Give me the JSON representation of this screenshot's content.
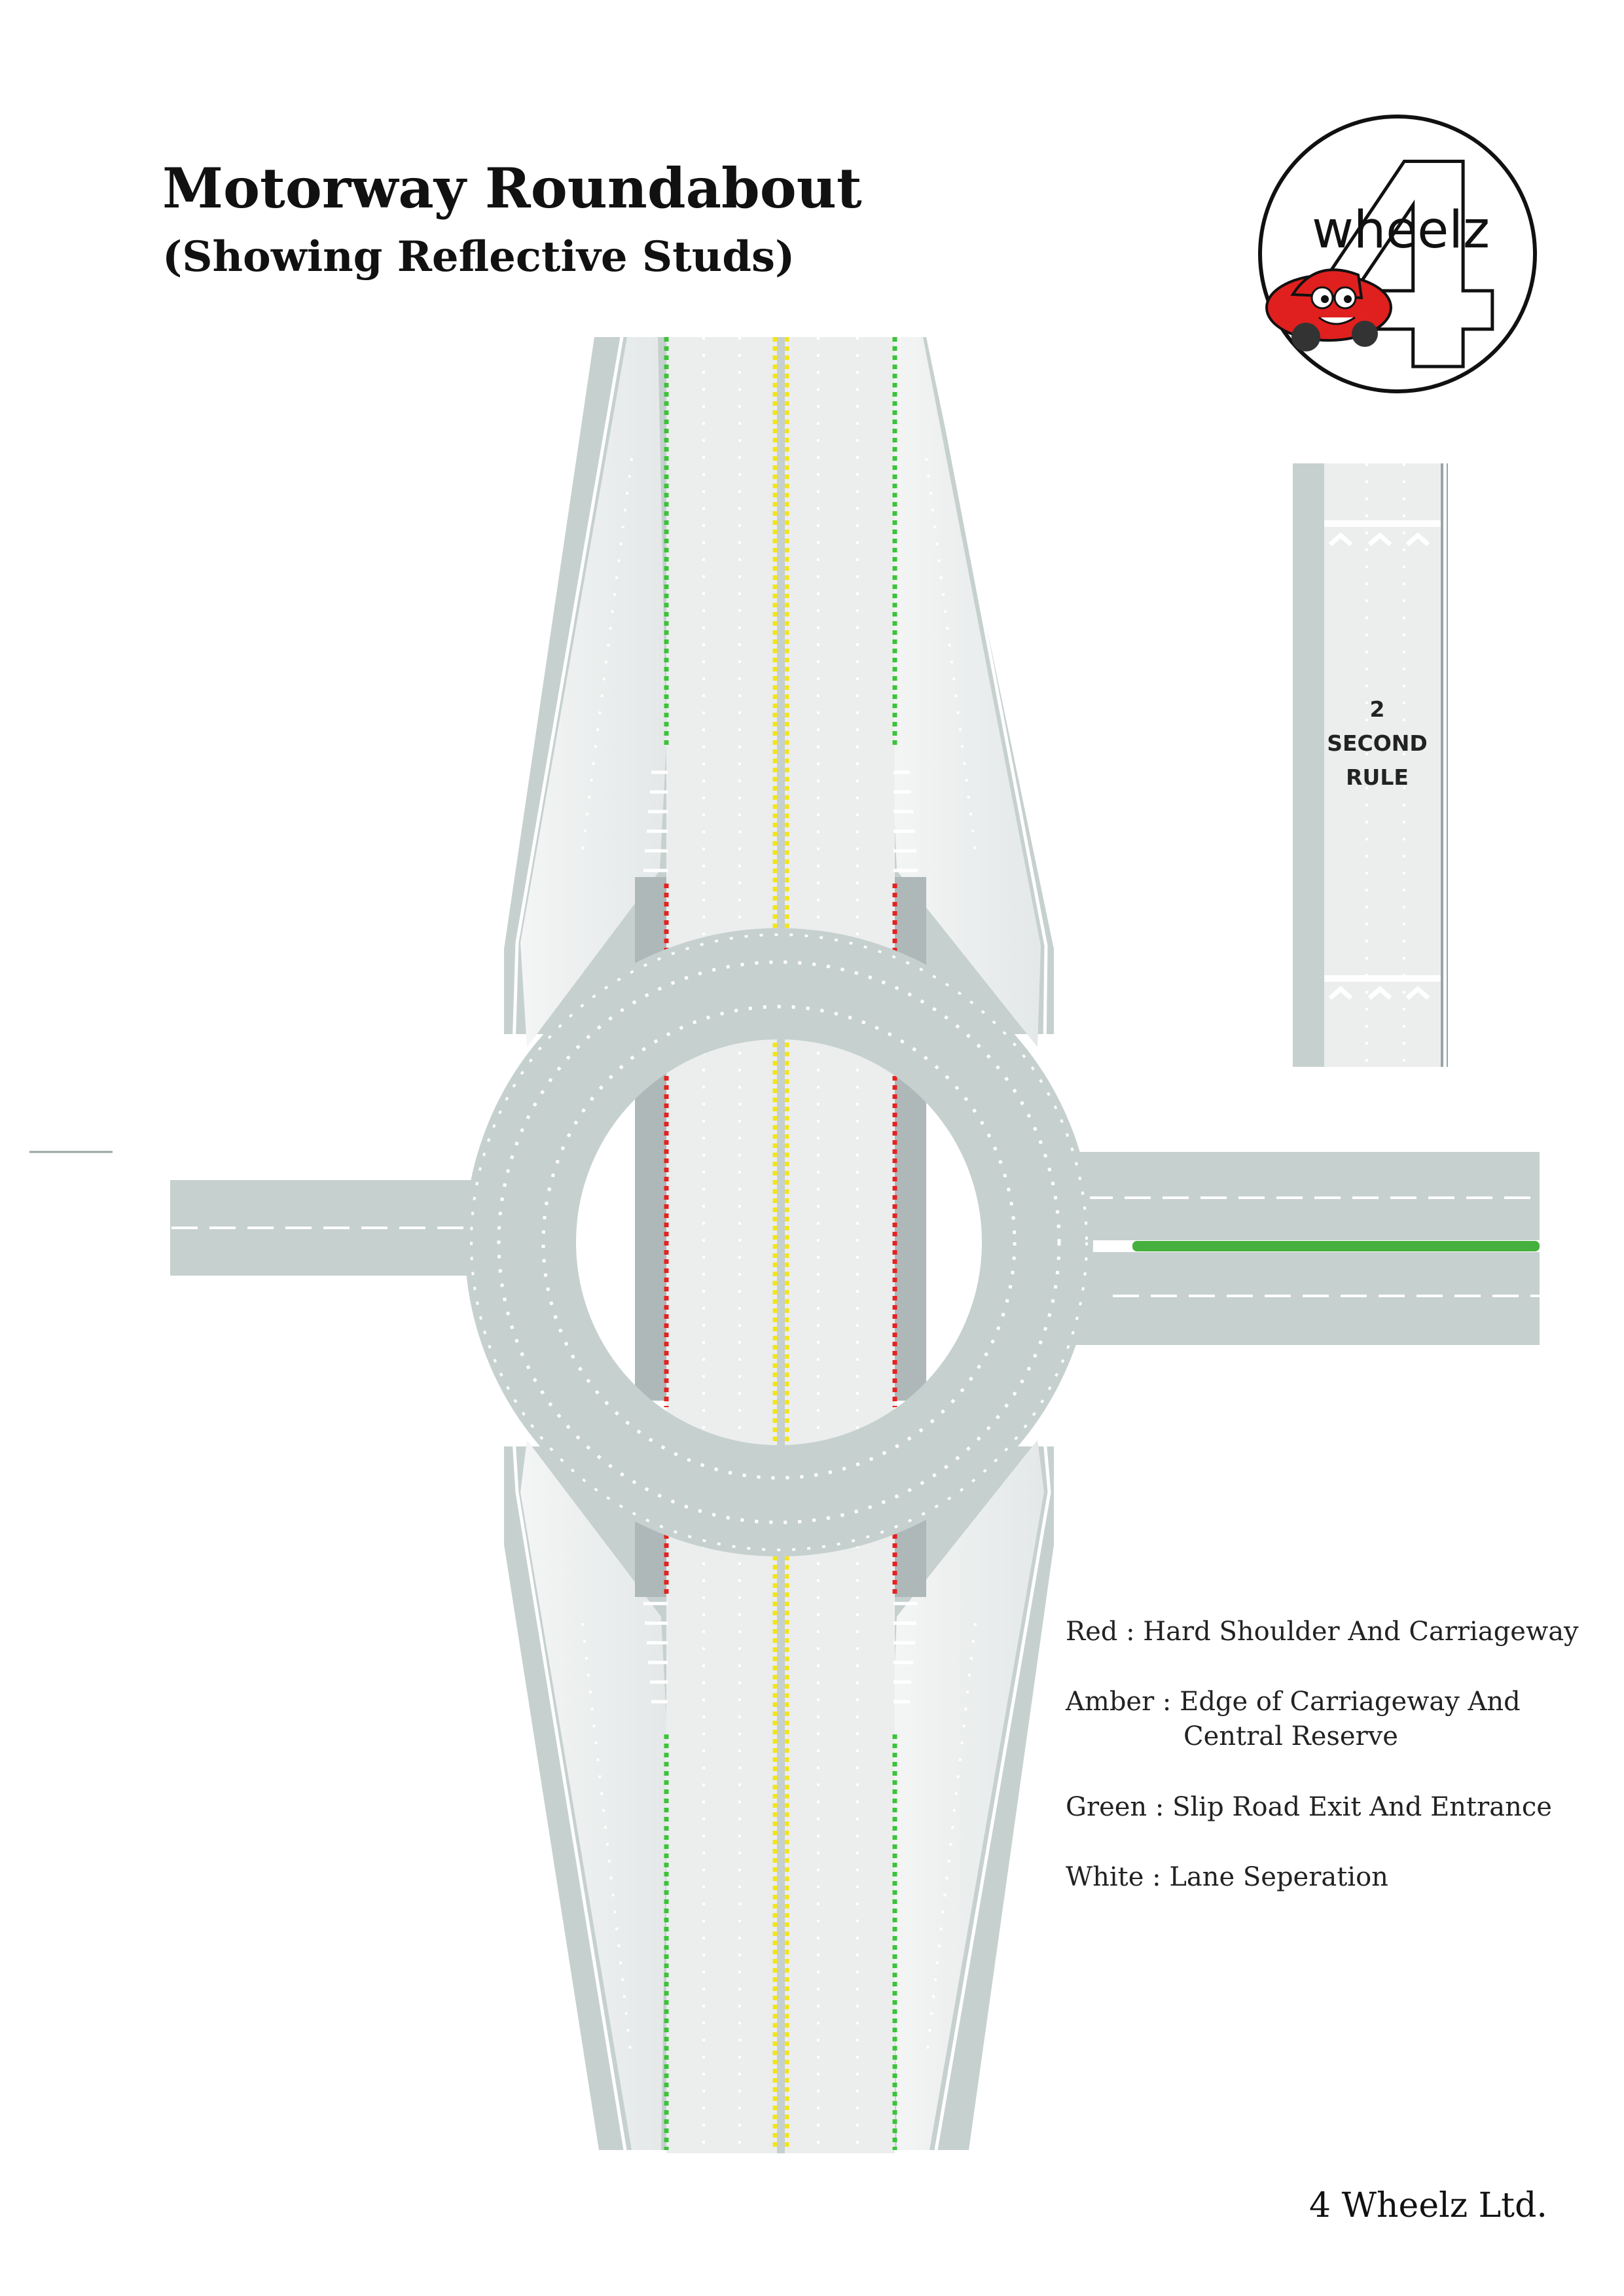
{
  "header": {
    "title": "Motorway Roundabout",
    "subtitle": "(Showing Reflective Studs)"
  },
  "logo": {
    "number": "4",
    "word": "wheelz",
    "icon": "red-cartoon-car-icon"
  },
  "two_second_rule": {
    "line1": "2",
    "line2": "SECOND",
    "line3": "RULE"
  },
  "legend": {
    "red": "Red : Hard Shoulder And Carriageway",
    "amber_line1": "Amber : Edge of Carriageway And",
    "amber_line2": "Central Reserve",
    "green": "Green : Slip Road Exit And Entrance",
    "white": "White : Lane Seperation"
  },
  "footer": "4 Wheelz Ltd.",
  "colors": {
    "road": "#c6d0cf",
    "carriageway": "#eceeee",
    "reserve": "#aeb8b8",
    "red_stud": "#e32320",
    "amber_stud": "#f4e516",
    "green_stud": "#3cc337",
    "white_stud": "#ffffff",
    "grass": "#46b03f",
    "car": "#e0201e"
  }
}
